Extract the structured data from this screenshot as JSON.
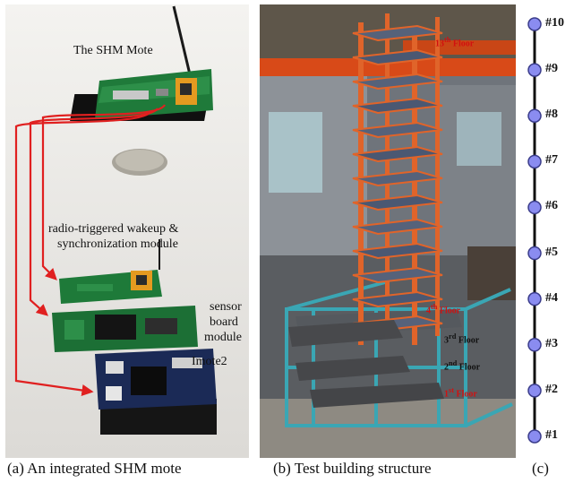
{
  "captions": {
    "a": "(a) An integrated SHM mote",
    "b": "(b) Test building structure",
    "c": "(c)"
  },
  "panel_a": {
    "labels": {
      "mote": "The SHM Mote",
      "radio_line1": "radio-triggered wakeup &",
      "radio_line2": "synchronization module",
      "sensor_line1": "sensor",
      "sensor_line2": "board",
      "sensor_line3": "module",
      "imote": "Imote2"
    },
    "arrow_color": "#e02020"
  },
  "panel_b": {
    "floors": [
      {
        "num": "1",
        "sup": "st",
        "word": "Floor"
      },
      {
        "num": "2",
        "sup": "nd",
        "word": "Floor"
      },
      {
        "num": "3",
        "sup": "rd",
        "word": "Floor"
      },
      {
        "num": "4",
        "sup": "th",
        "word": "Floor"
      },
      {
        "num": "13",
        "sup": "th",
        "word": "Floor"
      }
    ],
    "frame_color": "#e0642a",
    "base_color": "#3aa6b4"
  },
  "panel_c": {
    "nodes": [
      "#10",
      "#9",
      "#8",
      "#7",
      "#6",
      "#5",
      "#4",
      "#3",
      "#2",
      "#1"
    ],
    "node_color": "#8a8cf0"
  }
}
